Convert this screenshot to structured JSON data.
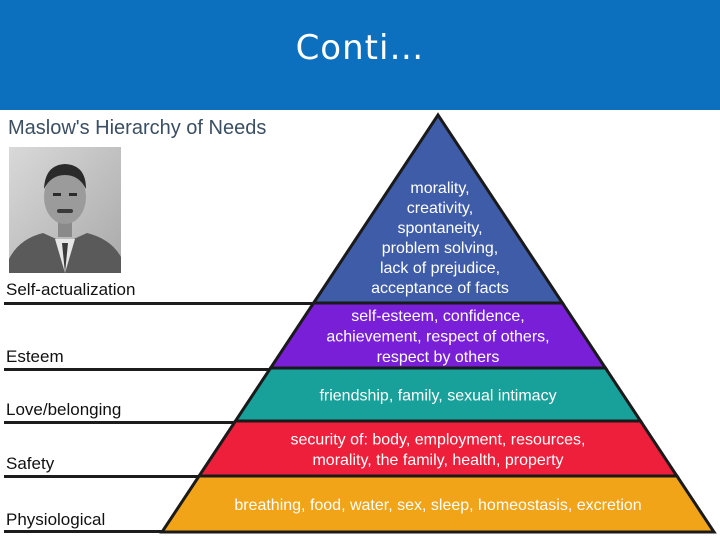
{
  "slide": {
    "title": "Conti…",
    "header_color": "#0d70bf"
  },
  "diagram": {
    "title": "Maslow's Hierarchy of Needs",
    "portrait_alt": "portrait-photo",
    "tiers": [
      {
        "level": "Self-actualization",
        "color": "#3f5ca9",
        "lines": [
          "morality,",
          "creativity,",
          "spontaneity,",
          "problem solving,",
          "lack of prejudice,",
          "acceptance of facts"
        ]
      },
      {
        "level": "Esteem",
        "color": "#7a1fd8",
        "lines": [
          "self-esteem, confidence,",
          "achievement, respect of others,",
          "respect by others"
        ]
      },
      {
        "level": "Love/belonging",
        "color": "#18a19a",
        "lines": [
          "friendship, family, sexual intimacy"
        ]
      },
      {
        "level": "Safety",
        "color": "#ee1f3a",
        "lines": [
          "security of: body, employment, resources,",
          "morality, the family, health, property"
        ]
      },
      {
        "level": "Physiological",
        "color": "#f1a418",
        "lines": [
          "breathing, food, water, sex, sleep, homeostasis, excretion"
        ]
      }
    ]
  }
}
